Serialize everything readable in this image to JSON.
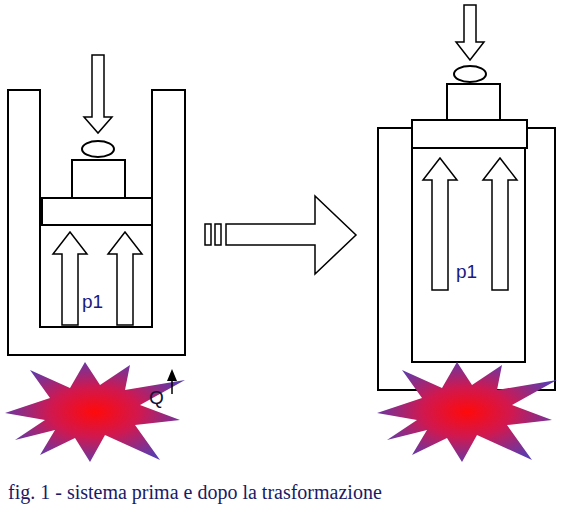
{
  "diagram": {
    "caption": "fig. 1 - sistema prima e dopo la trasformazione",
    "labels": [
      "p1",
      "p1",
      "Q"
    ]
  }
}
